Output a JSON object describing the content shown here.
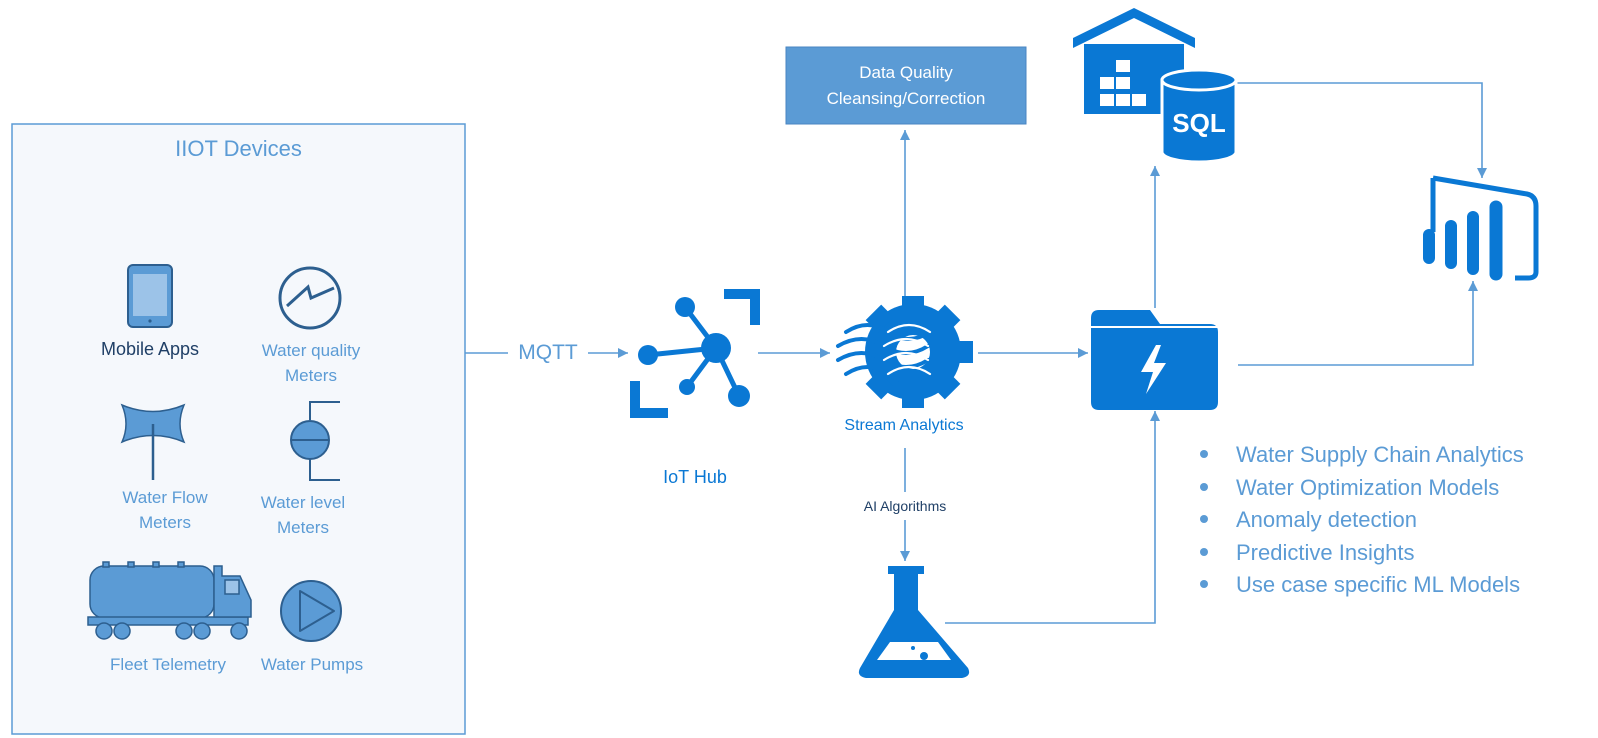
{
  "iiot": {
    "title": "IIOT Devices",
    "mobile_apps": "Mobile Apps",
    "water_quality_line1": "Water quality",
    "water_quality_line2": "Meters",
    "water_flow_line1": "Water Flow",
    "water_flow_line2": "Meters",
    "water_level_line1": "Water level",
    "water_level_line2": "Meters",
    "fleet": "Fleet Telemetry",
    "pumps": "Water Pumps"
  },
  "protocol": "MQTT",
  "iot_hub": "IoT Hub",
  "stream_analytics": "Stream Analytics",
  "ai_algorithms": "AI Algorithms",
  "data_quality": {
    "line1": "Data Quality",
    "line2": "Cleansing/Correction"
  },
  "sql_label": "SQL",
  "outputs": [
    "Water Supply Chain Analytics",
    "Water Optimization Models",
    "Anomaly detection",
    "Predictive Insights",
    "Use case specific ML Models"
  ],
  "colors": {
    "primary": "#0a78d4",
    "light": "#5b9bd5",
    "panel_bg": "#f5f8fc",
    "icon_dark": "#2d5f8f"
  }
}
